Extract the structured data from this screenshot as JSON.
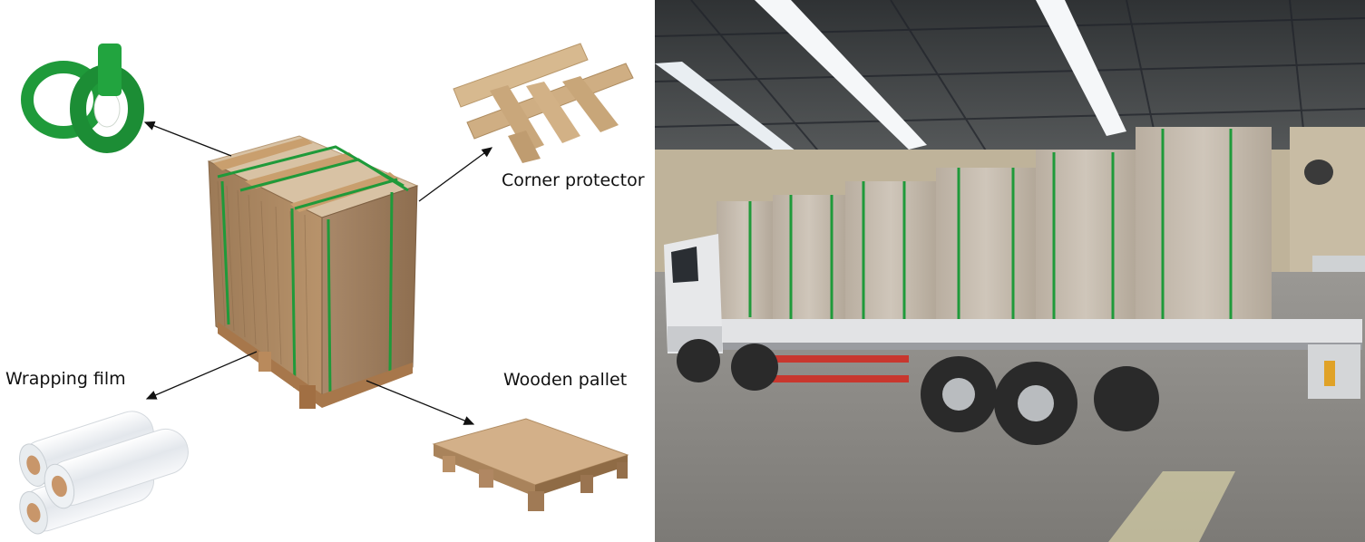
{
  "labels": {
    "corner_protector": "Corner protector",
    "wrapping_film": "Wrapping film",
    "wooden_pallet": "Wooden pallet"
  },
  "colors": {
    "strap_green": "#1f9a3a",
    "cardboard": "#b08a62",
    "pallet_wood": "#c9a37a",
    "kraft": "#d2b48c",
    "film": "#eef1f4",
    "warehouse_floor": "#8c8a86",
    "truck_white": "#e7e8ea",
    "roof": "#3b3e40"
  }
}
